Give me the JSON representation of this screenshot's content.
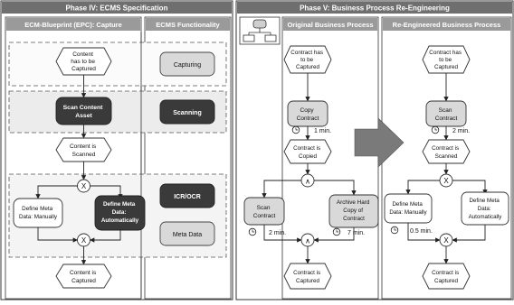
{
  "left_panel": {
    "title": "Phase IV: ECMS Specification",
    "col1_header": "ECM-Blueprint (EPC): Capture",
    "col2_header": "ECMS Functionality",
    "events": {
      "content_to_capture": [
        "Content",
        "has to be",
        "Captured"
      ],
      "content_scanned": [
        "Content is",
        "Scanned"
      ],
      "content_captured": [
        "Content is",
        "Captured"
      ]
    },
    "functions": {
      "scan_asset": [
        "Scan Content",
        "Asset"
      ],
      "define_manual": [
        "Define Meta",
        "Data: Manually"
      ],
      "define_auto": [
        "Define Meta",
        "Data:",
        "Automatically"
      ]
    },
    "ecms": {
      "capturing": "Capturing",
      "scanning": "Scanning",
      "icr": "ICR/OCR",
      "metadata": "Meta Data"
    },
    "xor_symbol": "X"
  },
  "right_panel": {
    "title": "Phase V: Business Process Re-Engineering",
    "col1_header": "Original Business Process",
    "col2_header": "Re-Engineered Business Process",
    "original": {
      "start": [
        "Contract has",
        "to be",
        "Captured"
      ],
      "copy": [
        "Copy",
        "Contract"
      ],
      "copy_time": "1 min.",
      "copied": [
        "Contract is",
        "Copied"
      ],
      "and_symbol": "∧",
      "scan": [
        "Scan",
        "Contract"
      ],
      "scan_time": "2 min.",
      "archive": [
        "Archive Hard",
        "Copy of",
        "Contract"
      ],
      "archive_time": "7 min.",
      "end": [
        "Contract is",
        "Captured"
      ]
    },
    "reengineered": {
      "start": [
        "Contract has",
        "to be",
        "Captured"
      ],
      "scan": [
        "Scan",
        "Contract"
      ],
      "scan_time": "2 min.",
      "scanned": [
        "Contract is",
        "Scanned"
      ],
      "xor_symbol": "X",
      "manual": [
        "Define Meta",
        "Data: Manually"
      ],
      "manual_time": "0.5 min.",
      "auto": [
        "Define Meta",
        "Data:",
        "Automatically"
      ],
      "end": [
        "Contract is",
        "Captured"
      ]
    }
  },
  "colors": {
    "title_bar": "#6f6f6f",
    "sub_header": "#9a9a9a",
    "swimlane_dark": "#3a3a3a",
    "swimlane_light": "#d9d9d9",
    "arrow": "#7a7a7a"
  }
}
